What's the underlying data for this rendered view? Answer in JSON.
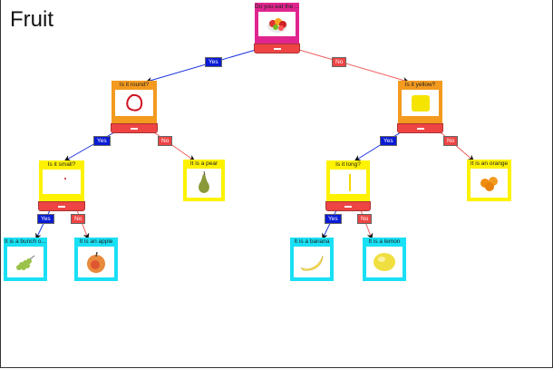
{
  "title": "Fruit",
  "colors": {
    "yes_edge": "#1a33e0",
    "no_edge": "#f06060",
    "question_root": "#e0258f",
    "question_mid": "#f39a1f",
    "question_low": "#fff200",
    "leaf_mid": "#fff200",
    "leaf_low": "#19e0f5"
  },
  "edge_labels": {
    "yes": "Yes",
    "no": "No"
  },
  "nodes": {
    "root": {
      "label": "Do you eat the ...",
      "image": "fruit-bowl"
    },
    "round": {
      "label": "Is it round?",
      "image": "red-circle-drawing"
    },
    "yellow": {
      "label": "Is it yellow?",
      "image": "yellow-scribble-drawing"
    },
    "small": {
      "label": "Is it small?",
      "image": "small-red-dot-drawing"
    },
    "pear": {
      "label": "It is a pear",
      "image": "pear"
    },
    "long": {
      "label": "Is it long?",
      "image": "yellow-line-drawing"
    },
    "orange": {
      "label": "It is an orange",
      "image": "oranges"
    },
    "grapes": {
      "label": "It is a bunch o...",
      "image": "grapes"
    },
    "apple": {
      "label": "It is an apple",
      "image": "apple"
    },
    "banana": {
      "label": "It is a banana",
      "image": "banana"
    },
    "lemon": {
      "label": "It is a lemon",
      "image": "lemon"
    }
  }
}
